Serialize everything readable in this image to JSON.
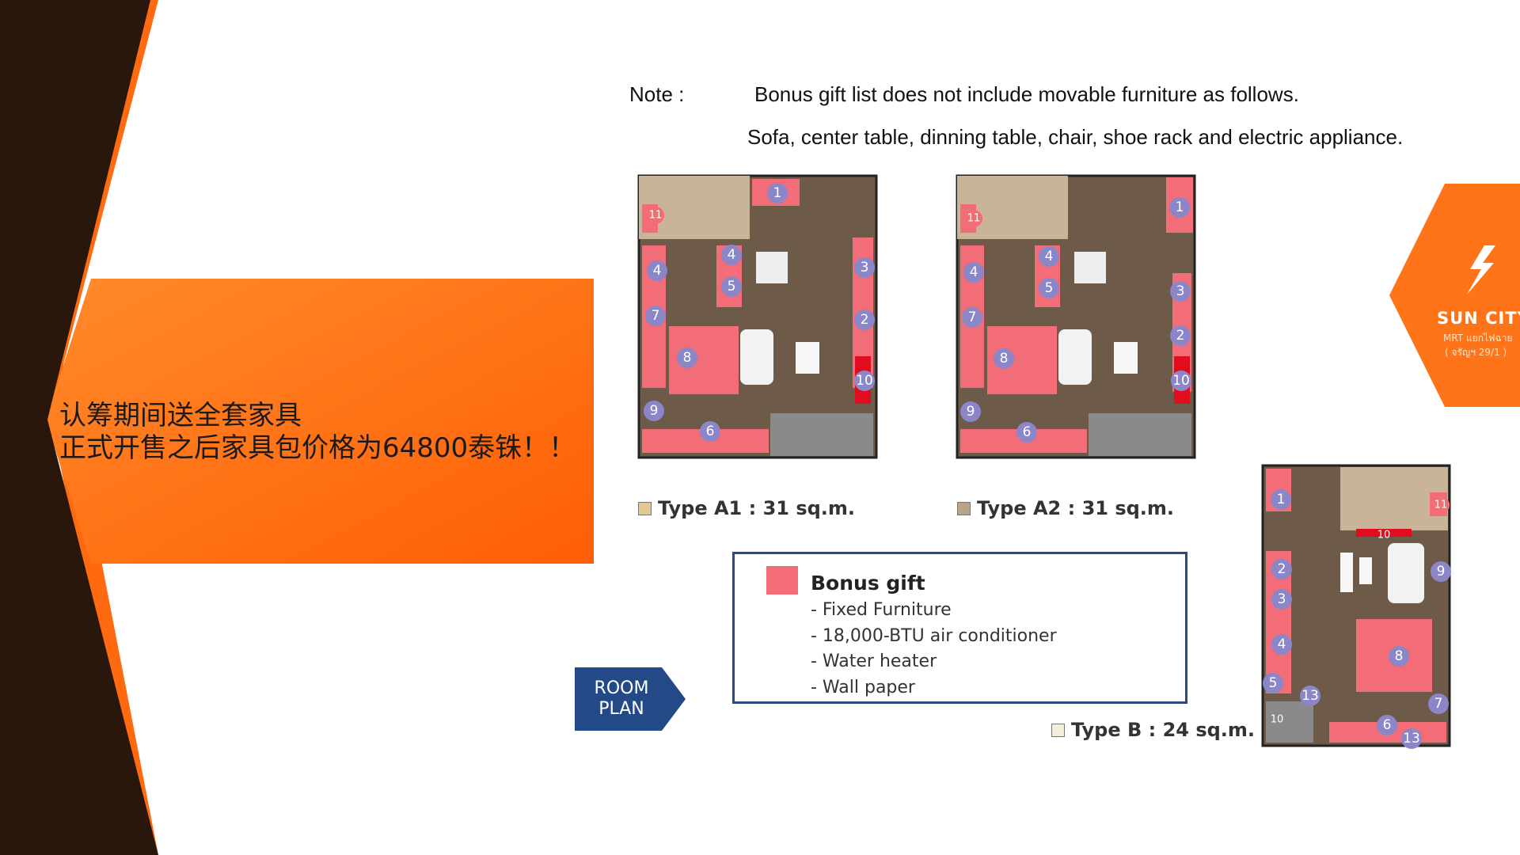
{
  "promo": {
    "line1": "认筹期间送全套家具",
    "line2": "正式开售之后家具包价格为64800泰铢！！"
  },
  "note": {
    "label": "Note :",
    "line1": "Bonus gift list does not include movable furniture as follows.",
    "line2": "Sofa, center table, dinning table, chair, shoe rack and electric appliance."
  },
  "plans": [
    {
      "type_label": "Type A1 : 31 sq.m.",
      "swatch_color": "#e3c890",
      "markers": [
        "1",
        "11",
        "4",
        "4",
        "5",
        "3",
        "2",
        "7",
        "8",
        "10",
        "9",
        "6"
      ]
    },
    {
      "type_label": "Type A2 : 31 sq.m.",
      "swatch_color": "#b8a48a",
      "markers": [
        "1",
        "11",
        "4",
        "4",
        "5",
        "3",
        "2",
        "7",
        "8",
        "10",
        "9",
        "6"
      ]
    },
    {
      "type_label": "Type B : 24 sq.m.",
      "swatch_color": "#f4eed8",
      "markers": [
        "1",
        "11",
        "10",
        "9",
        "2",
        "3",
        "4",
        "8",
        "5",
        "13",
        "7",
        "10",
        "6",
        "13"
      ]
    }
  ],
  "legend": {
    "title": "Bonus gift",
    "items": [
      "- Fixed Furniture",
      "- 18,000-BTU air conditioner",
      "- Water heater",
      "- Wall paper"
    ]
  },
  "room_plan": {
    "line1": "ROOM",
    "line2": "PLAN"
  },
  "brand": {
    "name": "SUN CITY",
    "line2": "MRT แยกไฟฉาย",
    "line3": "( จรัญฯ 29/1 )"
  },
  "colors": {
    "orange": "#ff6f10",
    "dark_brown": "#2a170c",
    "bonus_red": "#f26d78",
    "navy": "#234a87",
    "floor": "#6e5a48"
  }
}
